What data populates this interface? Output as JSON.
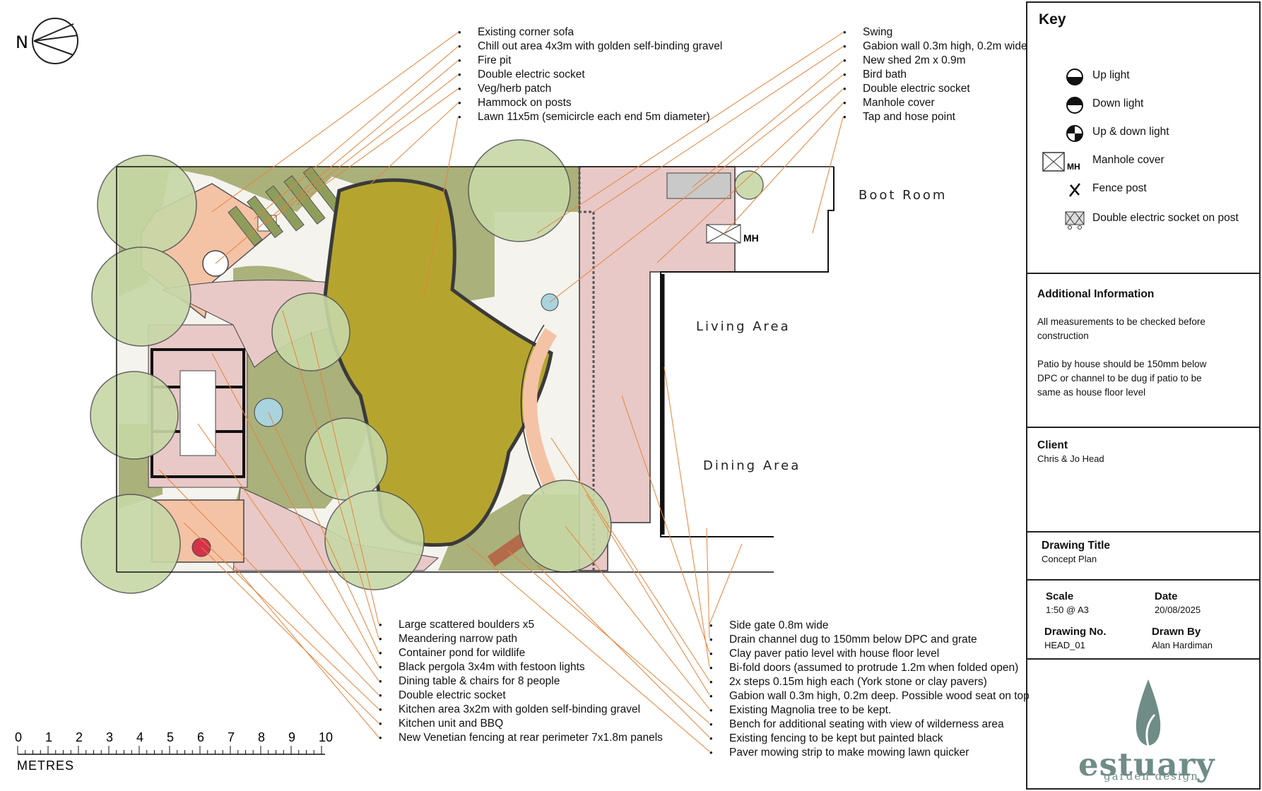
{
  "notes": {
    "top_left": [
      "Existing corner sofa",
      "Chill out area 4x3m with golden self-binding gravel",
      "Fire pit",
      "Double electric socket",
      "Veg/herb patch",
      "Hammock on posts",
      "Lawn 11x5m (semicircle each end 5m diameter)"
    ],
    "top_right": [
      "Swing",
      "Gabion wall 0.3m high, 0.2m wide",
      "New shed 2m x 0.9m",
      "Bird bath",
      "Double electric socket",
      "Manhole cover",
      "Tap and hose point"
    ],
    "bottom_left": [
      "Large scattered boulders x5",
      "Meandering narrow path",
      "Container pond for wildlife",
      "Black pergola 3x4m with festoon lights",
      "Dining table & chairs for 8 people",
      "Double electric socket",
      "Kitchen area 3x2m with golden self-binding gravel",
      "Kitchen unit and BBQ",
      "New Venetian fencing at rear perimeter 7x1.8m panels"
    ],
    "bottom_right": [
      "Side gate 0.8m wide",
      "Drain channel dug to 150mm  below DPC and grate",
      "Clay paver patio level with house floor level",
      "Bi-fold doors (assumed to protrude 1.2m when folded open)",
      "2x steps 0.15m high each (York stone or clay pavers)",
      "Gabion wall 0.3m high, 0.2m deep. Possible wood seat on top",
      "Existing Magnolia tree to be kept.",
      "Bench for additional seating with view of wilderness area",
      "Existing fencing to be kept but painted black",
      "Paver mowing strip to make mowing lawn quicker"
    ]
  },
  "plan": {
    "north_label": "N",
    "room_labels": [
      "Boot Room",
      "Living Area",
      "Dining Area"
    ],
    "manhole_label": "MH",
    "scale_bar_title": "METRES",
    "scale_ticks": [
      "0",
      "1",
      "2",
      "3",
      "4",
      "5",
      "6",
      "7",
      "8",
      "9",
      "10"
    ],
    "colors": {
      "lawn": "#b5a52f",
      "patio": "#e8c9c7",
      "gravel": "#f4c3a6",
      "planting": "#8f9d5c",
      "tree_canopy": "#c7d8a6",
      "leader_line": "#e8823a"
    }
  },
  "key": {
    "title": "Key",
    "items": [
      {
        "icon": "up-light-icon",
        "label": "Up light"
      },
      {
        "icon": "down-light-icon",
        "label": "Down light"
      },
      {
        "icon": "up-down-light-icon",
        "label": "Up & down light"
      },
      {
        "icon": "manhole-cover-icon",
        "label": "Manhole cover",
        "icon_text": "MH"
      },
      {
        "icon": "fence-post-icon",
        "label": "Fence post"
      },
      {
        "icon": "socket-on-post-icon",
        "label": "Double electric socket on post"
      }
    ]
  },
  "info": {
    "title": "Additional Information",
    "text": "All measurements to be checked before\nconstruction\n\nPatio by house should be 150mm below\nDPC or channel to be dug if patio to be\nsame as house floor level"
  },
  "client": {
    "title": "Client",
    "value": "Chris & Jo Head"
  },
  "drawing_title": {
    "title": "Drawing Title",
    "value": "Concept Plan"
  },
  "meta": {
    "scale_label": "Scale",
    "scale_value": "1:50 @ A3",
    "date_label": "Date",
    "date_value": "20/08/2025",
    "drawing_no_label": "Drawing No.",
    "drawing_no_value": "HEAD_01",
    "drawn_by_label": "Drawn By",
    "drawn_by_value": "Alan Hardiman"
  },
  "logo": {
    "word": "estuary",
    "sub": "garden design",
    "color": "#6f8c86"
  }
}
